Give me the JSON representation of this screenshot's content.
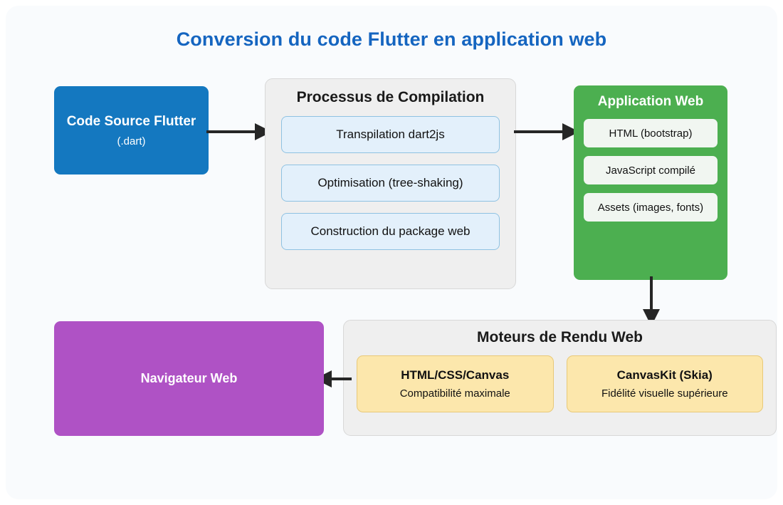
{
  "title": "Conversion du code Flutter en application web",
  "source": {
    "title": "Code Source Flutter",
    "subtitle": "(.dart)",
    "color": "#1478c0"
  },
  "compilation": {
    "title": "Processus de Compilation",
    "steps": [
      "Transpilation dart2js",
      "Optimisation (tree-shaking)",
      "Construction du package web"
    ],
    "step_color": "#e3f0fb"
  },
  "application": {
    "title": "Application Web",
    "color": "#4caf50",
    "artifacts": [
      "HTML (bootstrap)",
      "JavaScript compilé",
      "Assets (images, fonts)"
    ]
  },
  "renderers": {
    "title": "Moteurs de Rendu Web",
    "engines": [
      {
        "name": "HTML/CSS/Canvas",
        "description": "Compatibilité maximale"
      },
      {
        "name": "CanvasKit (Skia)",
        "description": "Fidélité visuelle supérieure"
      }
    ],
    "engine_color": "#fce7ac"
  },
  "browser": {
    "title": "Navigateur Web",
    "color": "#af52c5"
  },
  "arrows": [
    {
      "name": "source-to-compilation",
      "direction": "right"
    },
    {
      "name": "compilation-to-application",
      "direction": "right"
    },
    {
      "name": "application-to-renderers",
      "direction": "down"
    },
    {
      "name": "renderers-to-browser",
      "direction": "left"
    }
  ],
  "theme": {
    "title_color": "#1565c0",
    "group_background": "#efefef",
    "card_background": "#f9fbfd",
    "arrow_color": "#262626"
  }
}
